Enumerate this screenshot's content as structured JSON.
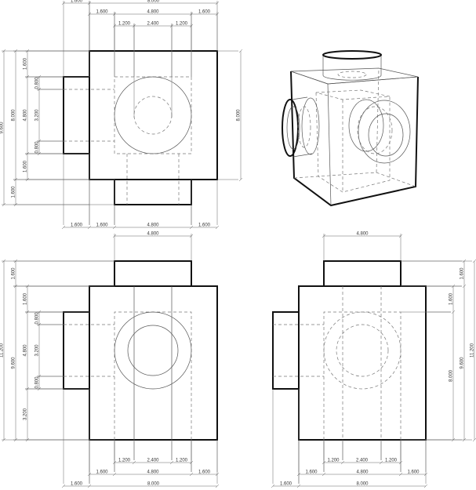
{
  "top_view": {
    "dimensions": [
      "1.600",
      "8.000",
      "1.600",
      "4.800",
      "1.600",
      "1.200",
      "2.400",
      "1.200",
      "9.600",
      "8.000",
      "1.600",
      "1.600",
      "4.800",
      "1.600",
      "0.800",
      "3.200",
      "0.800",
      "8.000",
      "1.600",
      "1.600",
      "4.800",
      "1.600"
    ]
  },
  "front_view": {
    "dimensions": [
      "4.800",
      "11.200",
      "1.600",
      "9.600",
      "1.600",
      "4.800",
      "3.200",
      "0.800",
      "3.200",
      "0.800",
      "1.200",
      "2.400",
      "1.200",
      "1.600",
      "4.800",
      "1.600",
      "1.600",
      "8.000"
    ]
  },
  "side_view": {
    "dimensions": [
      "4.800",
      "1.600",
      "8.000",
      "1.600",
      "9.600",
      "11.200",
      "1.200",
      "2.400",
      "1.200",
      "1.600",
      "4.800",
      "1.600",
      "1.600",
      "8.000"
    ]
  },
  "isometric_view": {}
}
